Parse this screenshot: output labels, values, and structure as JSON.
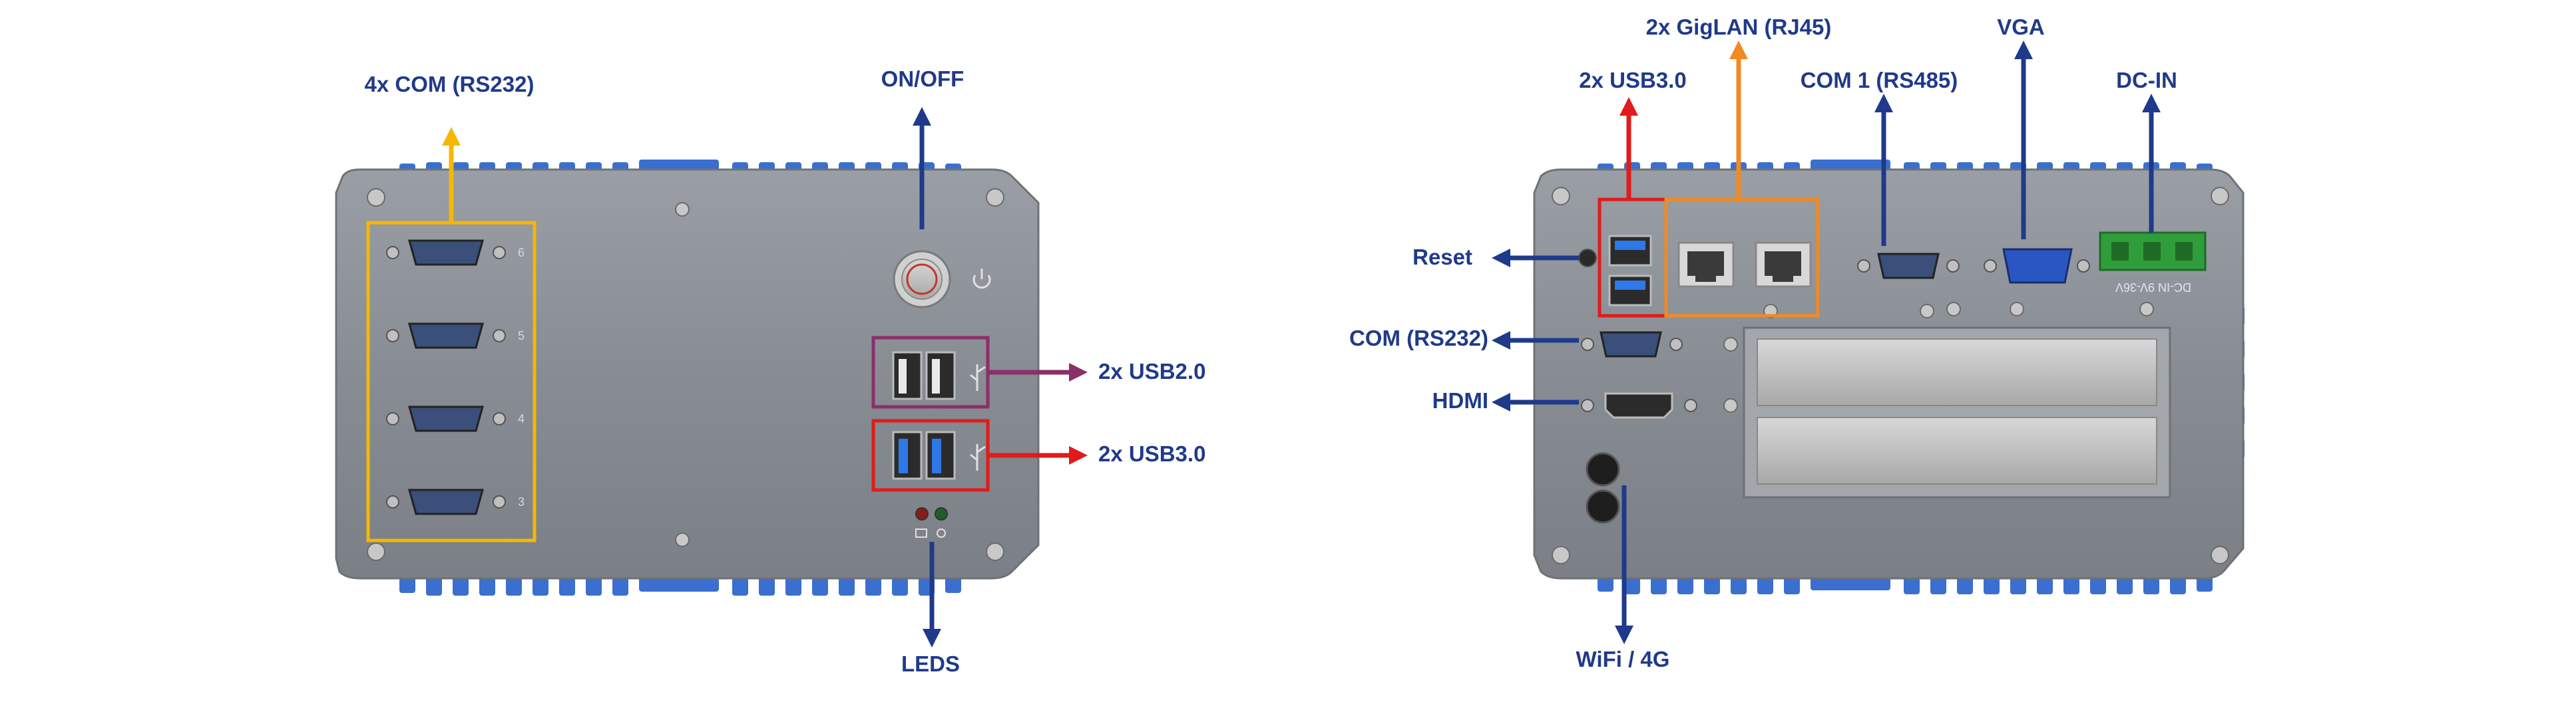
{
  "colors": {
    "navy": "#1f3a8a",
    "yellow": "#f5b800",
    "orange": "#f08a24",
    "red": "#e11b1b",
    "magenta": "#8a2f6a",
    "chassis": "#8a8e95",
    "fin": "#3b6fcf"
  },
  "front_panel": {
    "label_com": "4x COM (RS232)",
    "label_onoff": "ON/OFF",
    "label_usb2": "2x USB2.0",
    "label_usb3": "2x USB3.0",
    "label_leds": "LEDS",
    "com_port_numbers": [
      "6",
      "5",
      "4",
      "3"
    ]
  },
  "rear_panel": {
    "label_giglan": "2x GigLAN (RJ45)",
    "label_vga": "VGA",
    "label_usb3": "2x USB3.0",
    "label_com1": "COM 1 (RS485)",
    "label_dcin": "DC-IN",
    "label_reset": "Reset",
    "label_com_rs232": "COM (RS232)",
    "label_hdmi": "HDMI",
    "label_wifi": "WiFi / 4G",
    "dcin_text": "DC-IN 9V-36V"
  }
}
